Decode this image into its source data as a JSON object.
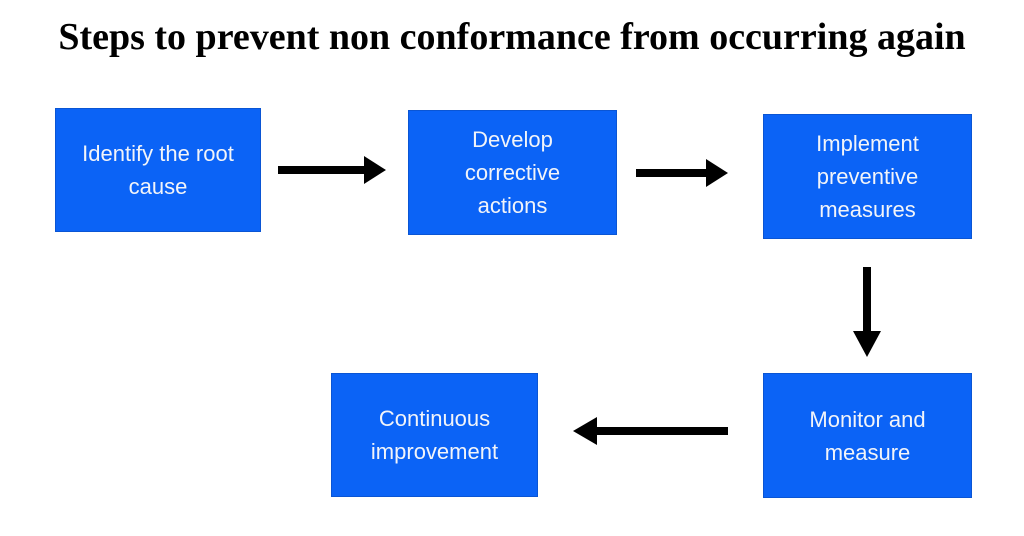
{
  "title": "Steps to prevent non conformance from occurring again",
  "steps": [
    {
      "label": "Identify the root cause"
    },
    {
      "label": "Develop corrective actions"
    },
    {
      "label": "Implement preventive measures"
    },
    {
      "label": "Monitor and measure"
    },
    {
      "label": "Continuous improvement"
    }
  ],
  "flow": [
    {
      "from": "Identify the root cause",
      "to": "Develop corrective actions",
      "direction": "right"
    },
    {
      "from": "Develop corrective actions",
      "to": "Implement preventive measures",
      "direction": "right"
    },
    {
      "from": "Implement preventive measures",
      "to": "Monitor and measure",
      "direction": "down"
    },
    {
      "from": "Monitor and measure",
      "to": "Continuous improvement",
      "direction": "left"
    }
  ],
  "colors": {
    "box_fill": "#0b63f6",
    "box_text": "#f2f4f9",
    "arrow": "#000000",
    "title_text": "#000000",
    "background": "#ffffff"
  }
}
